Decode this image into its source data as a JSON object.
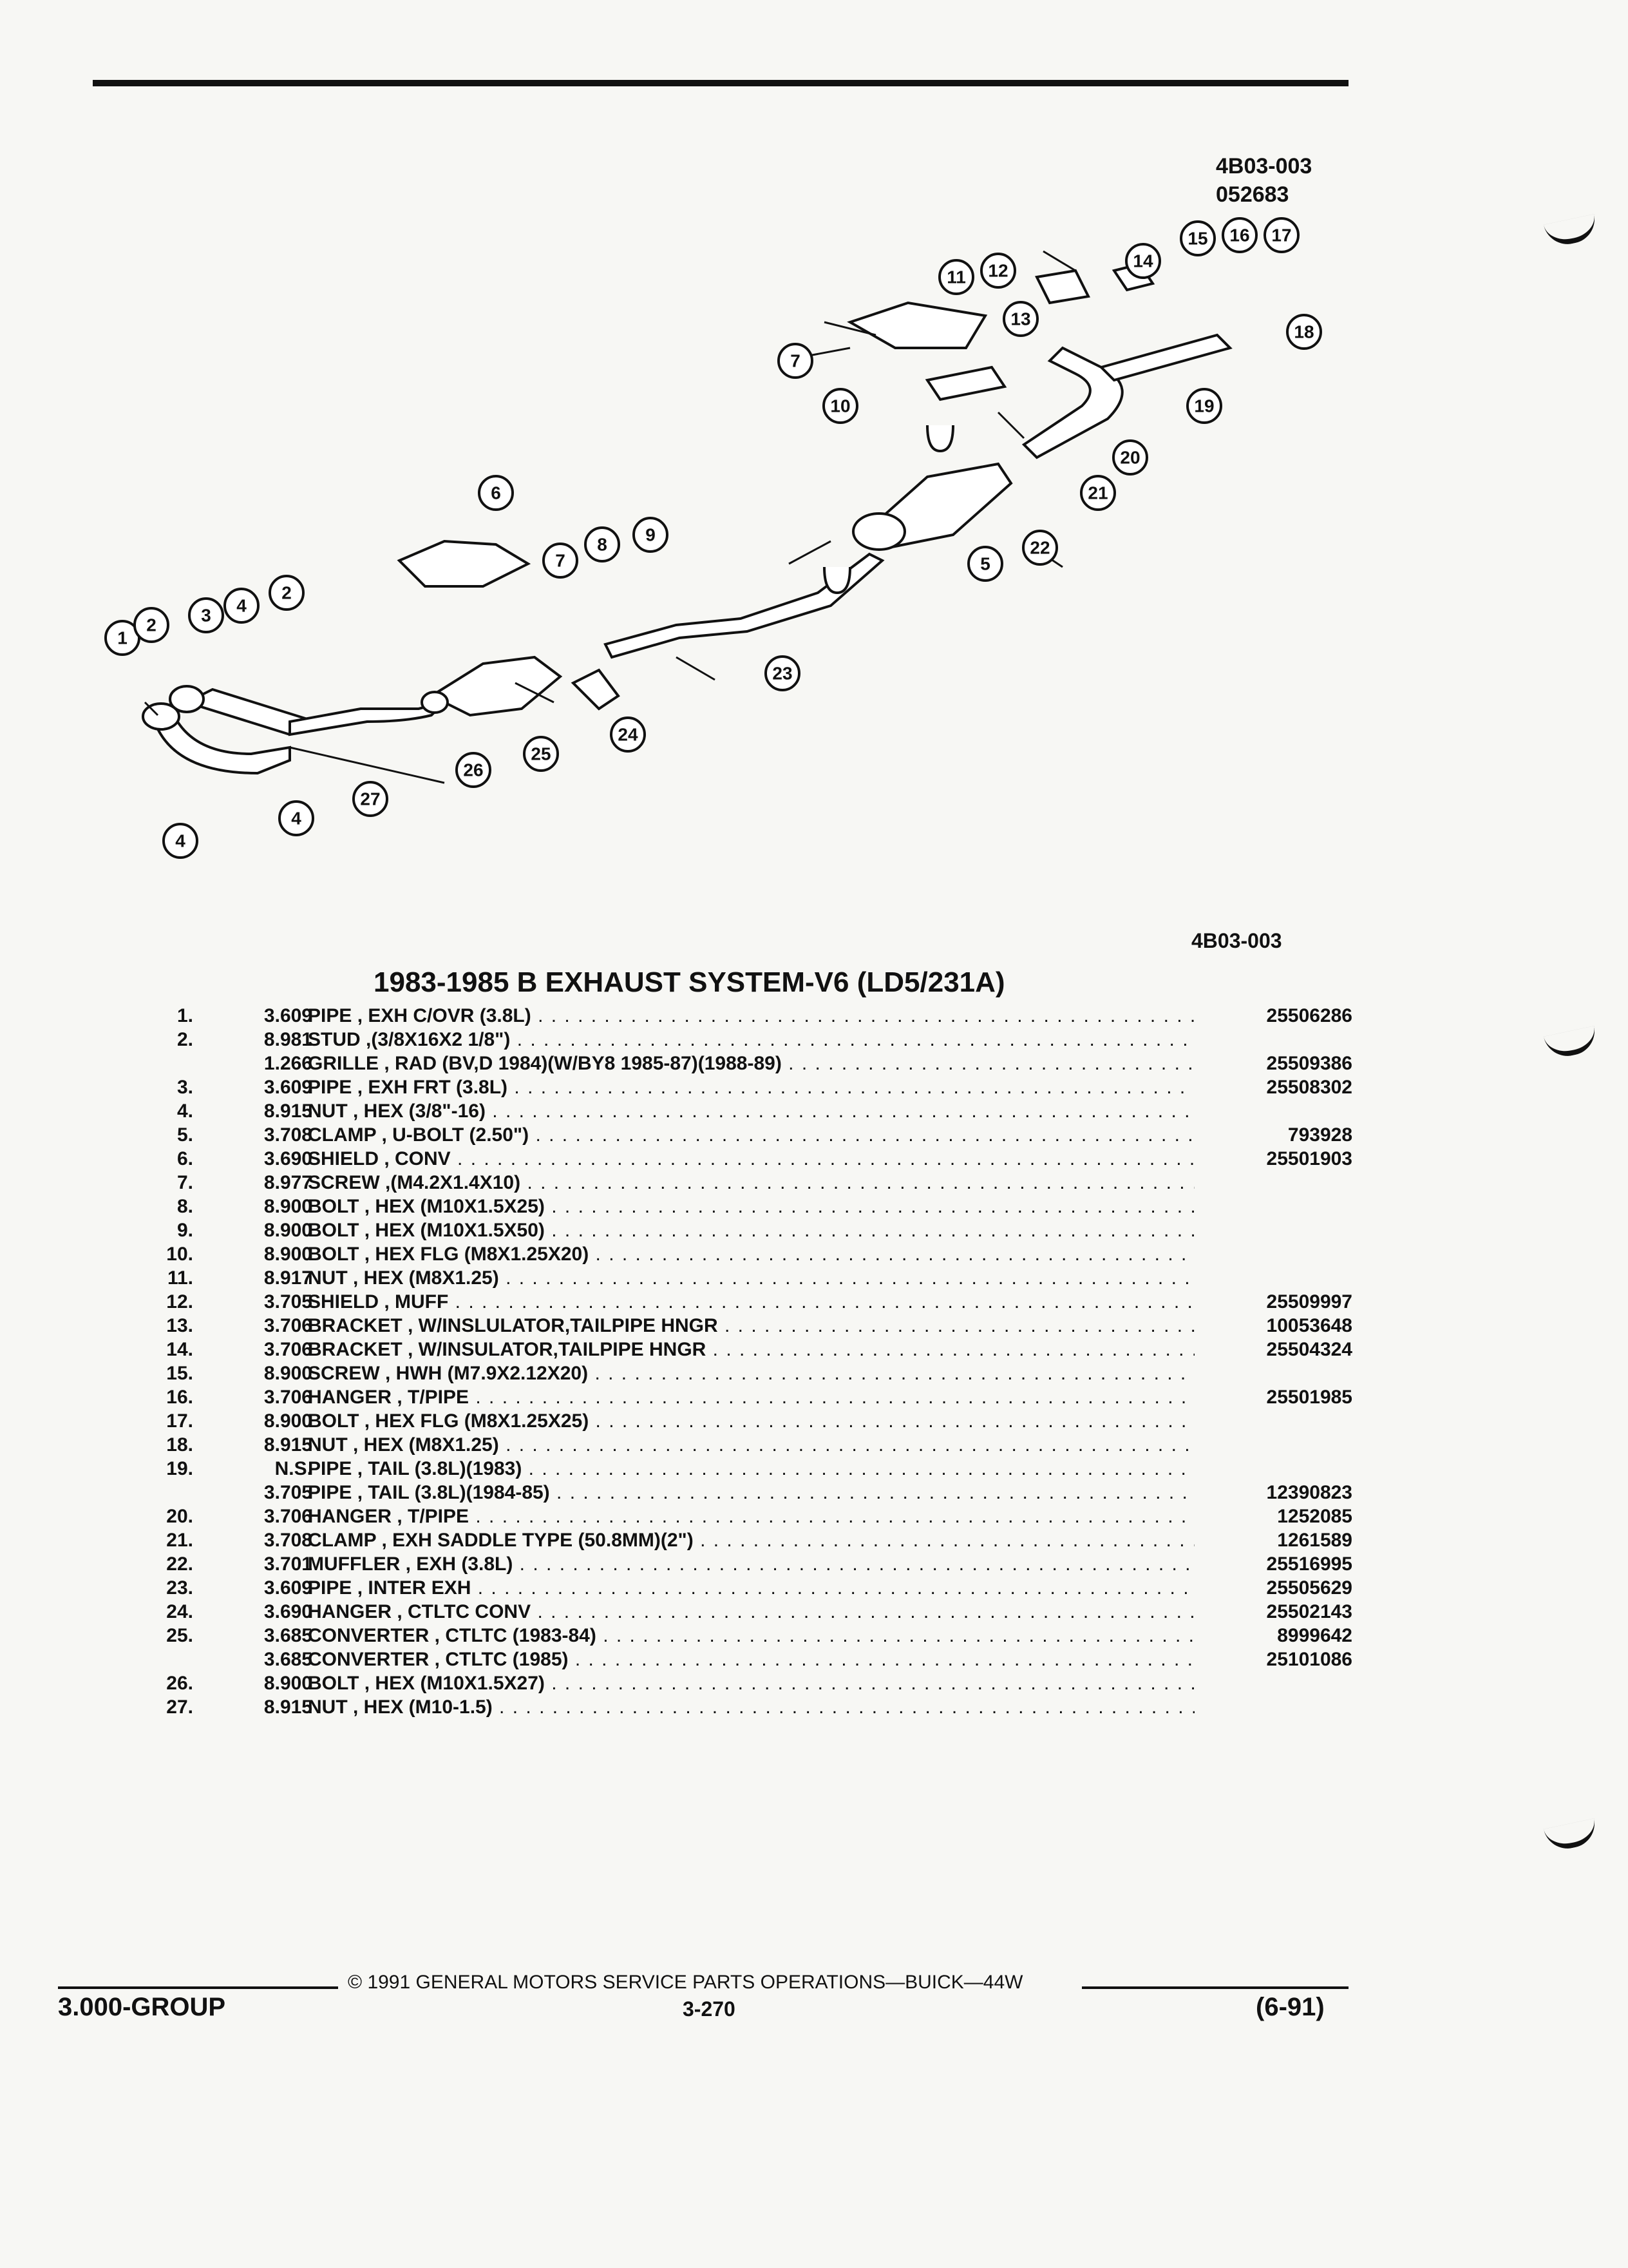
{
  "figure_code_top": "4B03-003",
  "figure_date": "052683",
  "figure_code_bottom": "4B03-003",
  "section_title": "1983-1985 B EXHAUST SYSTEM-V6 (LD5/231A)",
  "callouts": {
    "c1": "1",
    "c2": "2",
    "c3": "3",
    "c4": "4",
    "c5": "5",
    "c6": "6",
    "c7": "7",
    "c8": "8",
    "c9": "9",
    "c10": "10",
    "c11": "11",
    "c12": "12",
    "c13": "13",
    "c14": "14",
    "c15": "15",
    "c16": "16",
    "c17": "17",
    "c18": "18",
    "c19": "19",
    "c20": "20",
    "c21": "21",
    "c22": "22",
    "c23": "23",
    "c24": "24",
    "c25": "25",
    "c26": "26",
    "c27": "27"
  },
  "parts": [
    {
      "num": "1.",
      "group": "3.609",
      "desc": "PIPE , EXH C/OVR (3.8L)",
      "pn": "25506286"
    },
    {
      "num": "2.",
      "group": "8.981",
      "desc": "STUD ,(3/8X16X2 1/8\")",
      "pn": ""
    },
    {
      "num": "",
      "group": "1.266",
      "desc": "GRILLE , RAD (BV,D 1984)(W/BY8 1985-87)(1988-89)",
      "pn": "25509386"
    },
    {
      "num": "3.",
      "group": "3.609",
      "desc": "PIPE , EXH FRT (3.8L)",
      "pn": "25508302"
    },
    {
      "num": "4.",
      "group": "8.915",
      "desc": "NUT , HEX (3/8\"-16)",
      "pn": ""
    },
    {
      "num": "5.",
      "group": "3.708",
      "desc": "CLAMP , U-BOLT (2.50\")",
      "pn": "793928"
    },
    {
      "num": "6.",
      "group": "3.690",
      "desc": "SHIELD , CONV",
      "pn": "25501903"
    },
    {
      "num": "7.",
      "group": "8.977",
      "desc": "SCREW ,(M4.2X1.4X10)",
      "pn": ""
    },
    {
      "num": "8.",
      "group": "8.900",
      "desc": "BOLT , HEX (M10X1.5X25)",
      "pn": ""
    },
    {
      "num": "9.",
      "group": "8.900",
      "desc": "BOLT , HEX (M10X1.5X50)",
      "pn": ""
    },
    {
      "num": "10.",
      "group": "8.900",
      "desc": "BOLT , HEX FLG (M8X1.25X20)",
      "pn": ""
    },
    {
      "num": "11.",
      "group": "8.917",
      "desc": "NUT , HEX (M8X1.25)",
      "pn": ""
    },
    {
      "num": "12.",
      "group": "3.705",
      "desc": "SHIELD , MUFF",
      "pn": "25509997"
    },
    {
      "num": "13.",
      "group": "3.706",
      "desc": "BRACKET , W/INSLULATOR,TAILPIPE HNGR",
      "pn": "10053648"
    },
    {
      "num": "14.",
      "group": "3.706",
      "desc": "BRACKET , W/INSULATOR,TAILPIPE HNGR",
      "pn": "25504324"
    },
    {
      "num": "15.",
      "group": "8.900",
      "desc": "SCREW , HWH (M7.9X2.12X20)",
      "pn": ""
    },
    {
      "num": "16.",
      "group": "3.706",
      "desc": "HANGER , T/PIPE",
      "pn": "25501985"
    },
    {
      "num": "17.",
      "group": "8.900",
      "desc": "BOLT , HEX FLG (M8X1.25X25)",
      "pn": ""
    },
    {
      "num": "18.",
      "group": "8.915",
      "desc": "NUT , HEX (M8X1.25)",
      "pn": ""
    },
    {
      "num": "19.",
      "group": "N.S.",
      "desc": "PIPE , TAIL (3.8L)(1983)",
      "pn": ""
    },
    {
      "num": "",
      "group": "3.705",
      "desc": "PIPE , TAIL (3.8L)(1984-85)",
      "pn": "12390823"
    },
    {
      "num": "20.",
      "group": "3.706",
      "desc": "HANGER , T/PIPE",
      "pn": "1252085"
    },
    {
      "num": "21.",
      "group": "3.708",
      "desc": "CLAMP , EXH SADDLE TYPE (50.8MM)(2\")",
      "pn": "1261589"
    },
    {
      "num": "22.",
      "group": "3.701",
      "desc": "MUFFLER , EXH (3.8L)",
      "pn": "25516995"
    },
    {
      "num": "23.",
      "group": "3.609",
      "desc": "PIPE , INTER EXH",
      "pn": "25505629"
    },
    {
      "num": "24.",
      "group": "3.690",
      "desc": "HANGER , CTLTC CONV",
      "pn": "25502143"
    },
    {
      "num": "25.",
      "group": "3.685",
      "desc": "CONVERTER , CTLTC (1983-84)",
      "pn": "8999642"
    },
    {
      "num": "",
      "group": "3.685",
      "desc": "CONVERTER , CTLTC (1985)",
      "pn": "25101086"
    },
    {
      "num": "26.",
      "group": "8.900",
      "desc": "BOLT , HEX (M10X1.5X27)",
      "pn": ""
    },
    {
      "num": "27.",
      "group": "8.915",
      "desc": "NUT , HEX (M10-1.5)",
      "pn": ""
    }
  ],
  "footer": {
    "copyright": "© 1991 GENERAL MOTORS SERVICE PARTS OPERATIONS—BUICK—44W",
    "group": "3.000-GROUP",
    "page": "3-270",
    "date": "(6-91)"
  }
}
